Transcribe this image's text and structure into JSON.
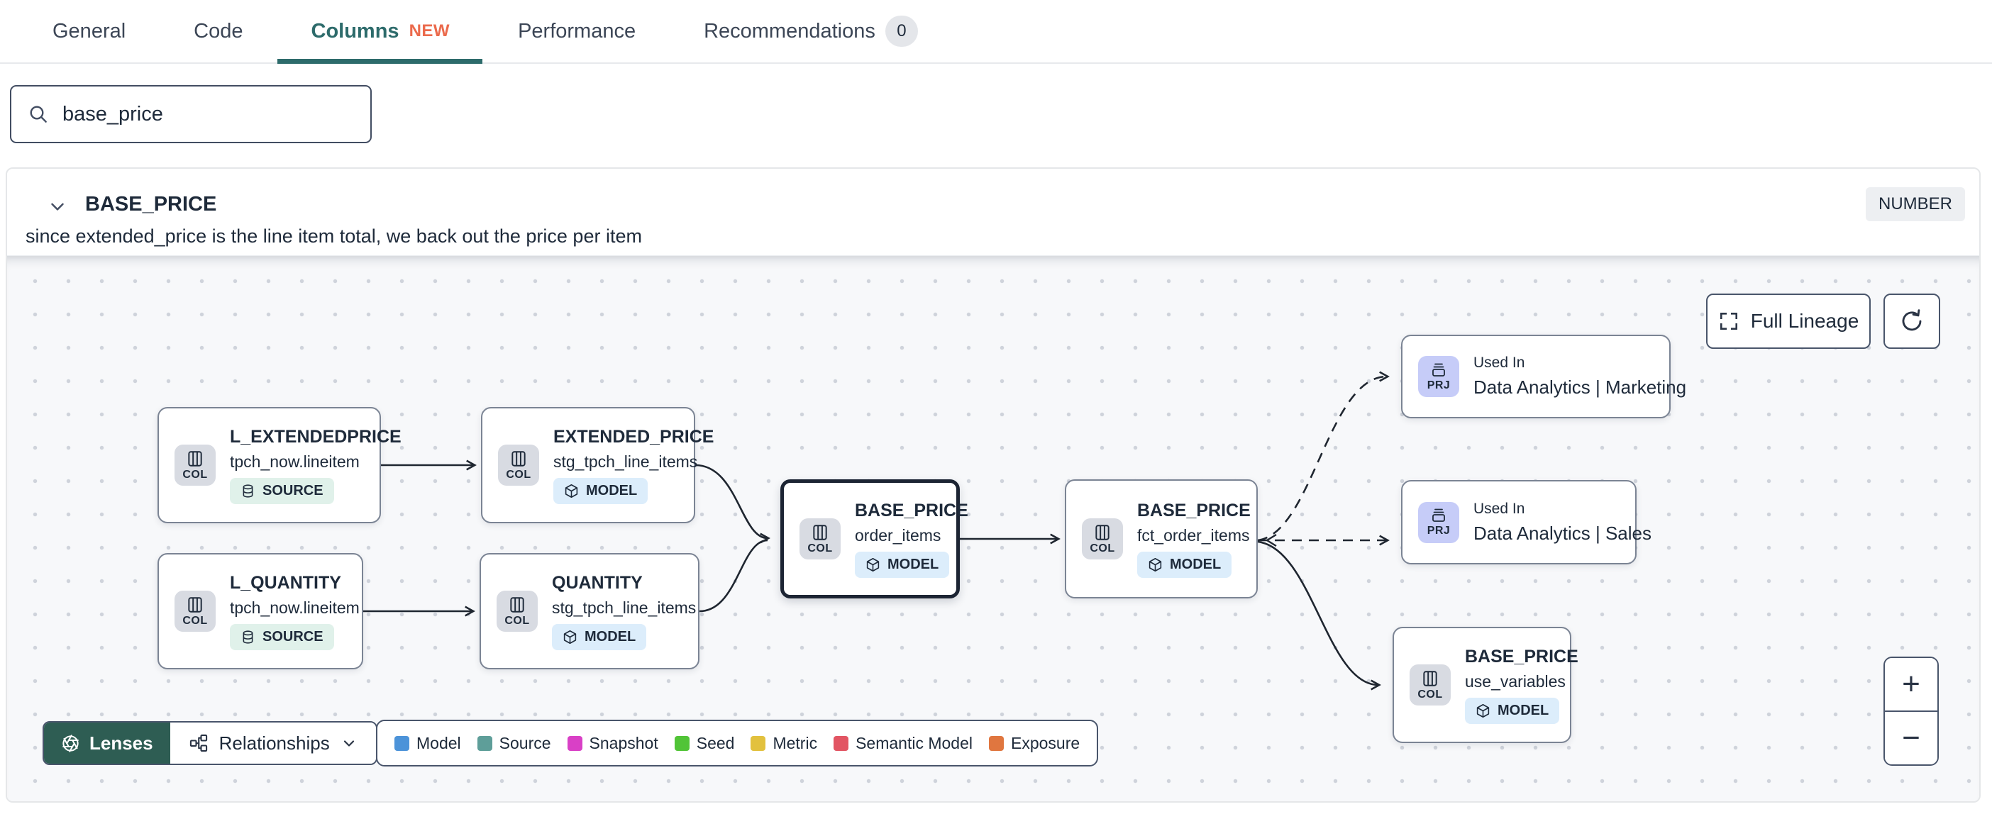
{
  "tabs": {
    "items": [
      {
        "label": "General"
      },
      {
        "label": "Code"
      },
      {
        "label": "Columns",
        "badge": "NEW",
        "active": true
      },
      {
        "label": "Performance"
      },
      {
        "label": "Recommendations",
        "count": "0"
      }
    ]
  },
  "search": {
    "value": "base_price"
  },
  "column": {
    "name": "BASE_PRICE",
    "data_type": "NUMBER",
    "description": "since extended_price is the line item total, we back out the price per item"
  },
  "lineage": {
    "controls": {
      "full_lineage": "Full Lineage",
      "zoom_in": "+",
      "zoom_out": "−"
    },
    "toolbar": {
      "lenses": "Lenses",
      "relationships": "Relationships"
    },
    "legend": [
      {
        "label": "Model",
        "color": "#4C93D9"
      },
      {
        "label": "Source",
        "color": "#5E9E99"
      },
      {
        "label": "Snapshot",
        "color": "#D940C6"
      },
      {
        "label": "Seed",
        "color": "#51C437"
      },
      {
        "label": "Metric",
        "color": "#E2C13E"
      },
      {
        "label": "Semantic Model",
        "color": "#E25563"
      },
      {
        "label": "Exposure",
        "color": "#E0763F"
      }
    ],
    "nodes": [
      {
        "icon": "COL",
        "title": "L_EXTENDEDPRICE",
        "subtitle": "tpch_now.lineitem",
        "badge": "SOURCE"
      },
      {
        "icon": "COL",
        "title": "EXTENDED_PRICE",
        "subtitle": "stg_tpch_line_items",
        "badge": "MODEL"
      },
      {
        "icon": "COL",
        "title": "L_QUANTITY",
        "subtitle": "tpch_now.lineitem",
        "badge": "SOURCE"
      },
      {
        "icon": "COL",
        "title": "QUANTITY",
        "subtitle": "stg_tpch_line_items",
        "badge": "MODEL"
      },
      {
        "icon": "COL",
        "title": "BASE_PRICE",
        "subtitle": "order_items",
        "badge": "MODEL"
      },
      {
        "icon": "COL",
        "title": "BASE_PRICE",
        "subtitle": "fct_order_items",
        "badge": "MODEL"
      },
      {
        "icon": "PRJ",
        "pre_title": "Used In",
        "title": "Data Analytics | Marketing"
      },
      {
        "icon": "PRJ",
        "pre_title": "Used In",
        "title": "Data Analytics | Sales"
      },
      {
        "icon": "COL",
        "title": "BASE_PRICE",
        "subtitle": "use_variables",
        "badge": "MODEL"
      }
    ]
  }
}
